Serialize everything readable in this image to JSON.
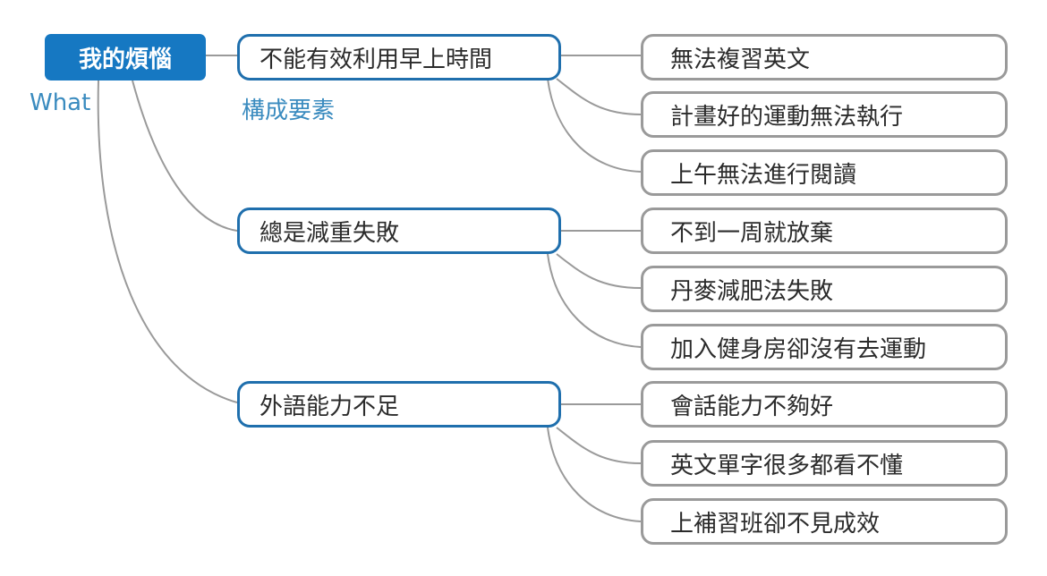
{
  "root": {
    "label": "我的煩惱",
    "sublabel": "What"
  },
  "branch_caption": "構成要素",
  "colors": {
    "root_fill": "#1678c2",
    "mid_border": "#1f6fad",
    "leaf_border": "#9a9a9a",
    "link": "#9a9a9a",
    "caption": "#3a8bbf"
  },
  "branches": [
    {
      "label": "不能有效利用早上時間",
      "children": [
        "無法複習英文",
        "計畫好的運動無法執行",
        "上午無法進行閱讀"
      ]
    },
    {
      "label": "總是減重失敗",
      "children": [
        "不到一周就放棄",
        "丹麥減肥法失敗",
        "加入健身房卻沒有去運動"
      ]
    },
    {
      "label": "外語能力不足",
      "children": [
        "會話能力不夠好",
        "英文單字很多都看不懂",
        "上補習班卻不見成效"
      ]
    }
  ]
}
